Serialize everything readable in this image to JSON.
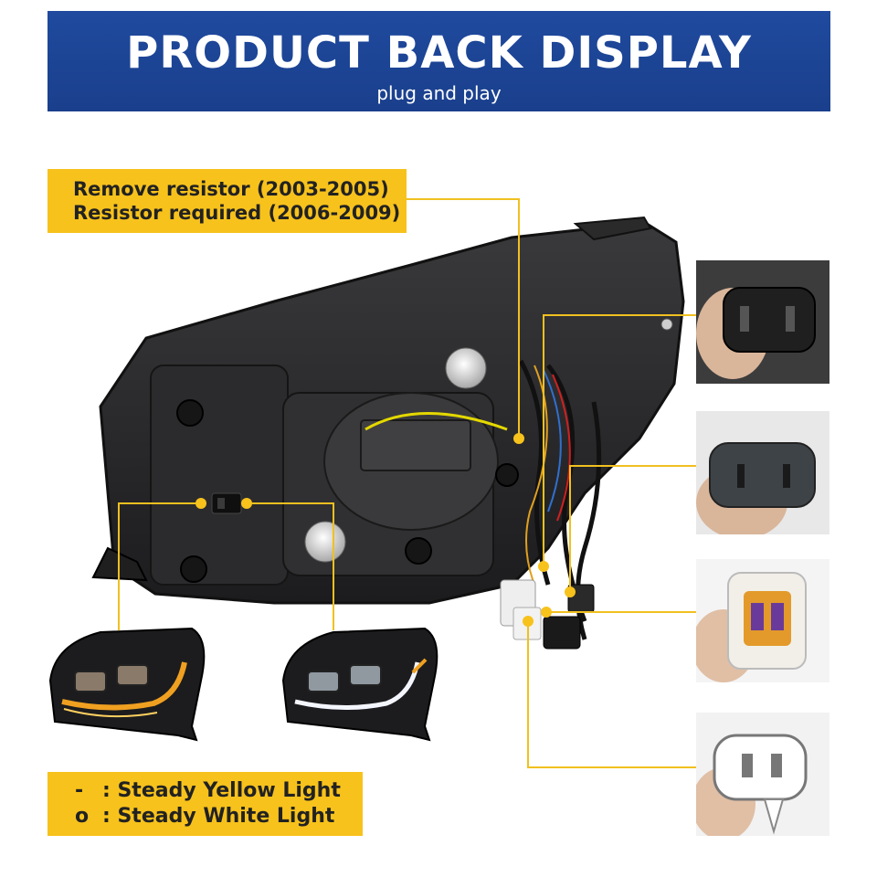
{
  "banner": {
    "title": "PRODUCT BACK DISPLAY",
    "subtitle": "plug and play"
  },
  "resistor_note": {
    "line1": "Remove resistor (2003-2005)",
    "line2": "Resistor required (2006-2009)"
  },
  "legend": {
    "yellow_symbol": "-",
    "yellow_label": ": Steady Yellow Light",
    "white_symbol": "o",
    "white_label": ": Steady White Light"
  },
  "colors": {
    "banner_blue": "#1f4a9e",
    "callout_yellow": "#f7c21c",
    "accent_amber": "#f0a020"
  },
  "connectors": [
    "black-2pin-connector",
    "black-2pin-connector",
    "white-orange-connector",
    "white-2pin-connector"
  ]
}
